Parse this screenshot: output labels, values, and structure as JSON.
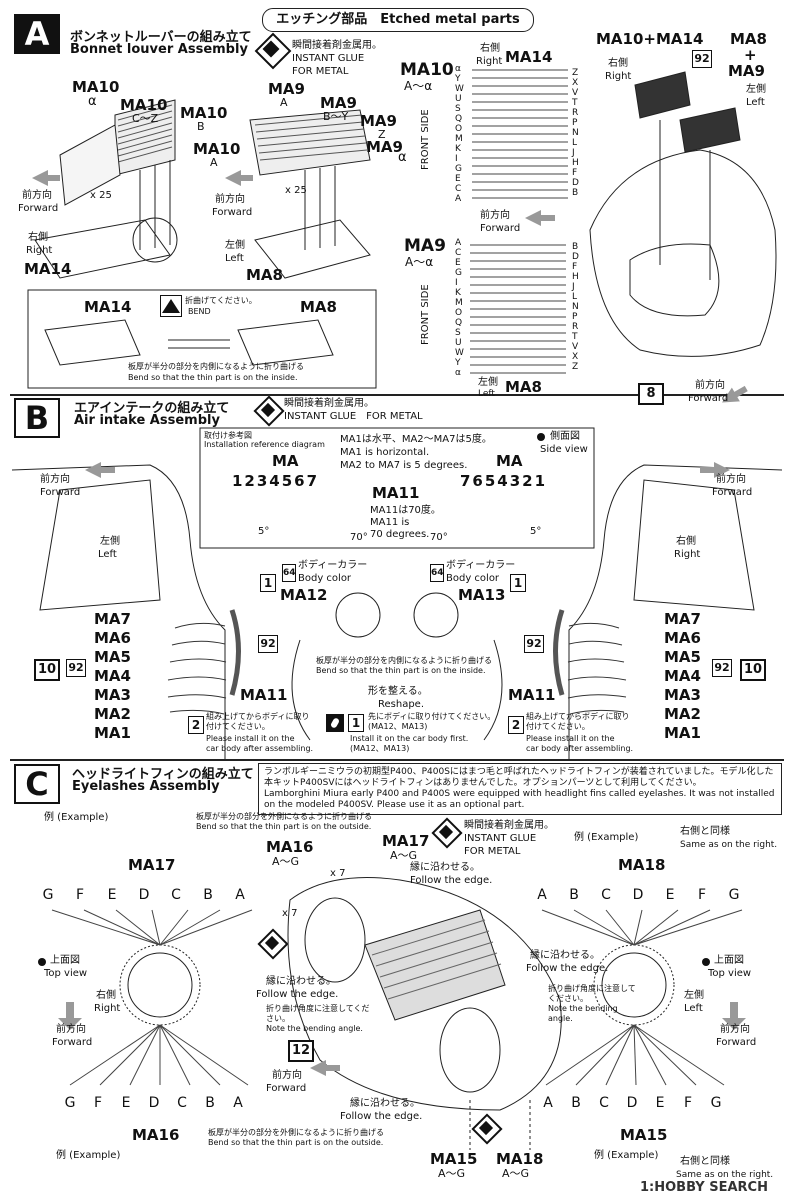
{
  "header": {
    "title": "エッチング部品　Etched metal parts"
  },
  "sectionA": {
    "letter": "A",
    "title_jp": "ボンネットルーバーの組み立て",
    "title_en": "Bonnet louver Assembly",
    "glue_jp": "瞬間接着剤金属用。",
    "glue_en1": "INSTANT GLUE",
    "glue_en2": "FOR METAL",
    "left": {
      "ma10_alpha": "MA10",
      "alpha": "α",
      "ma10_cz": "MA10",
      "cz": "C～Z",
      "ma10_b": "MA10",
      "b": "B",
      "ma10_a": "MA10",
      "a": "A",
      "x25": "x 25",
      "forward_jp": "前方向",
      "forward_en": "Forward",
      "side_jp": "右側",
      "side_en": "Right",
      "part": "MA14"
    },
    "mid": {
      "ma9_a": "MA9",
      "a": "A",
      "ma9_by": "MA9",
      "by": "B～Y",
      "ma9_z": "MA9",
      "z": "Z",
      "ma9_alpha": "MA9",
      "alpha": "α",
      "x25": "x 25",
      "forward_jp": "前方向",
      "forward_en": "Forward",
      "side_jp": "左側",
      "side_en": "Left",
      "part": "MA8"
    },
    "bend_box": {
      "part_left": "MA14",
      "part_right": "MA8",
      "bend_jp": "折曲げてください。",
      "bend_en": "BEND",
      "note_jp": "板厚が半分の部分を内側になるように折り曲げる",
      "note_en": "Bend so that the thin part is on the inside."
    },
    "ma10_ref": {
      "part": "MA10",
      "range": "A～α",
      "side_jp": "右側",
      "side_en": "Right",
      "part2": "MA14",
      "front_side": "FRONT SIDE",
      "left_letters": [
        "α",
        "Y",
        "W",
        "U",
        "S",
        "Q",
        "O",
        "M",
        "K",
        "I",
        "G",
        "E",
        "C",
        "A"
      ],
      "right_letters": [
        "Z",
        "X",
        "V",
        "T",
        "R",
        "P",
        "N",
        "L",
        "J",
        "H",
        "F",
        "D",
        "B"
      ],
      "forward_jp": "前方向",
      "forward_en": "Forward"
    },
    "ma9_ref": {
      "part": "MA9",
      "range": "A～α",
      "front_side": "FRONT SIDE",
      "left_letters": [
        "A",
        "C",
        "E",
        "G",
        "I",
        "K",
        "M",
        "O",
        "Q",
        "S",
        "U",
        "W",
        "Y",
        "α"
      ],
      "right_letters": [
        "B",
        "D",
        "F",
        "H",
        "J",
        "L",
        "N",
        "P",
        "R",
        "T",
        "V",
        "X",
        "Z"
      ],
      "side_jp": "左側",
      "side_en": "Left",
      "part2": "MA8"
    },
    "right": {
      "combo": "MA10+MA14",
      "side_r_jp": "右側",
      "side_r_en": "Right",
      "ma8": "MA8",
      "plus": "+",
      "ma9": "MA9",
      "side_l_jp": "左側",
      "side_l_en": "Left",
      "num92": "92",
      "step": "8",
      "forward_jp": "前方向",
      "forward_en": "Forward"
    }
  },
  "sectionB": {
    "letter": "B",
    "title_jp": "エアインテークの組み立て",
    "title_en": "Air intake Assembly",
    "glue_jp": "瞬間接着剤金属用。",
    "glue_en": "INSTANT GLUE　FOR METAL",
    "ref": {
      "title_jp": "取付け参考図",
      "title_en": "Installation reference diagram",
      "note_jp": "MA1は水平、MA2～MA7は5度。",
      "note_en1": "MA1 is horizontal.",
      "note_en2": "MA2 to MA7 is 5 degrees.",
      "side_view_jp": "側面図",
      "side_view_en": "Side view",
      "ma_left": "MA",
      "digits_left": "1234567",
      "ma_right": "MA",
      "digits_right": "7654321",
      "ma11": "MA11",
      "ma11_note_jp": "MA11は70度。",
      "ma11_note_en1": "MA11 is",
      "ma11_note_en2": "70 degrees.",
      "deg5": "5°",
      "deg70": "70°"
    },
    "left": {
      "forward_jp": "前方向",
      "forward_en": "Forward",
      "side_jp": "左側",
      "side_en": "Left",
      "parts": [
        "MA7",
        "MA6",
        "MA5",
        "MA4",
        "MA3",
        "MA2",
        "MA1"
      ],
      "ma11": "MA11",
      "ma12": "MA12",
      "num92a": "92",
      "num92b": "92",
      "step": "10",
      "color_num": "64",
      "color_jp": "ボディーカラー",
      "color_en": "Body color",
      "one": "1",
      "two": "2",
      "after_jp": "組み上げてからボディに取り付けてください。",
      "after_en1": "Please install it on the",
      "after_en2": "car body after assembling."
    },
    "right": {
      "forward_jp": "前方向",
      "forward_en": "Forward",
      "side_jp": "右側",
      "side_en": "Right",
      "parts": [
        "MA7",
        "MA6",
        "MA5",
        "MA4",
        "MA3",
        "MA2",
        "MA1"
      ],
      "ma11": "MA11",
      "ma13": "MA13",
      "num92a": "92",
      "num92b": "92",
      "step": "10",
      "color_num": "64",
      "color_jp": "ボディーカラー",
      "color_en": "Body color",
      "one": "1",
      "two": "2",
      "after_jp": "組み上げてからボディに取り付けてください。",
      "after_en1": "Please install it on the",
      "after_en2": "car body after assembling."
    },
    "center": {
      "bend_jp": "板厚が半分の部分を内側になるように折り曲げる",
      "bend_en": "Bend so that the thin part is on the inside.",
      "reshape_jp": "形を整える。",
      "reshape_en": "Reshape.",
      "first_jp": "先にボディに取り付けてください。",
      "first_parts": "(MA12、MA13)",
      "first_en": "Install it on the car body first.",
      "first_en2": "(MA12、MA13)"
    }
  },
  "sectionC": {
    "letter": "C",
    "title_jp": "ヘッドライトフィンの組み立て",
    "title_en": "Eyelashes Assembly",
    "info_jp": "ランボルギーニミウラの初期型P400、P400Sにはまつ毛と呼ばれたヘッドライトフィンが装着されていました。モデル化した本キットP400SVにはヘッドライトフィンはありませんでした。オプションパーツとして利用してください。",
    "info_en": "Lamborghini Miura early P400 and P400S were equipped with headlight fins called eyelashes. It was not installed on the modeled P400SV. Please use it as an optional part.",
    "glue_jp": "瞬間接着剤金属用。",
    "glue_en1": "INSTANT GLUE",
    "glue_en2": "FOR METAL",
    "example_left": {
      "label": "例 (Example)",
      "note_jp": "板厚が半分の部分を外側になるように折り曲げる",
      "note_en": "Bend so that the thin part is on the outside."
    },
    "example_right": {
      "label": "例 (Example)",
      "same_jp": "右側と同様",
      "same_en": "Same as on the right."
    },
    "left": {
      "part": "MA17",
      "letters": [
        "G",
        "F",
        "E",
        "D",
        "C",
        "B",
        "A"
      ],
      "top_view_jp": "上面図",
      "top_view_en": "Top view",
      "side_jp": "右側",
      "side_en": "Right",
      "forward_jp": "前方向",
      "forward_en": "Forward",
      "bottom_letters": [
        "G",
        "F",
        "E",
        "D",
        "C",
        "B",
        "A"
      ],
      "bottom_part": "MA16",
      "example": "例 (Example)",
      "note_jp": "板厚が半分の部分を外側になるように折り曲げる",
      "note_en": "Bend so that the thin part is on the outside."
    },
    "right": {
      "part": "MA18",
      "letters": [
        "A",
        "B",
        "C",
        "D",
        "E",
        "F",
        "G"
      ],
      "top_view_jp": "上面図",
      "top_view_en": "Top view",
      "side_jp": "左側",
      "side_en": "Left",
      "forward_jp": "前方向",
      "forward_en": "Forward",
      "bottom_letters": [
        "A",
        "B",
        "C",
        "D",
        "E",
        "F",
        "G"
      ],
      "bottom_part": "MA15",
      "example": "例 (Example)",
      "same_jp": "右側と同様",
      "same_en": "Same as on the right."
    },
    "center": {
      "ma16": "MA16",
      "ma16_range": "A～G",
      "ma17": "MA17",
      "ma17_range": "A～G",
      "x7a": "x 7",
      "x7b": "x 7",
      "edge1_jp": "縁に沿わせる。",
      "edge1_en": "Follow the edge.",
      "edge2_jp": "縁に沿わせる。",
      "edge2_en": "Follow the edge.",
      "edge3_jp": "縁に沿わせる。",
      "edge3_en": "Follow the edge.",
      "edge4_jp": "縁に沿わせる。",
      "edge4_en": "Follow the edge.",
      "angle1_jp": "折り曲げ角度に注意してください。",
      "angle1_en": "Note the bending angle.",
      "angle2_jp": "折り曲げ角度に注意してください。",
      "angle2_en": "Note the bending angle.",
      "step": "12",
      "forward_jp": "前方向",
      "forward_en": "Forward",
      "ma15": "MA15",
      "ma15_range": "A～G",
      "ma18": "MA18",
      "ma18_range": "A～G"
    }
  },
  "footer": {
    "watermark": "1:HOBBY SEARCH"
  }
}
